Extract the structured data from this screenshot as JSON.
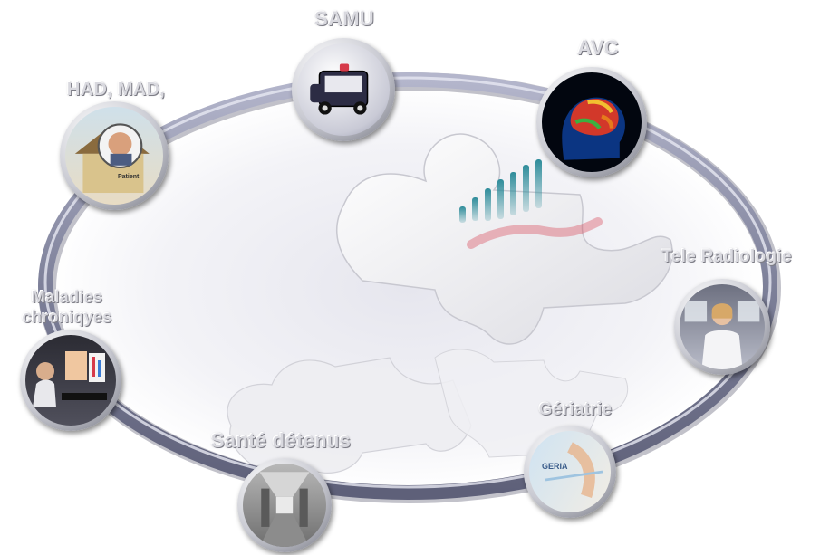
{
  "nodes": {
    "samu": {
      "label": "SAMU"
    },
    "avc": {
      "label": "AVC"
    },
    "had": {
      "label": "HAD, MAD,",
      "caption": "Patient"
    },
    "tele_radiologie": {
      "label": "Tele Radiologie"
    },
    "maladies": {
      "label_line1": "Maladies",
      "label_line2": "chroniqyes"
    },
    "geriatrie": {
      "label": "Gériatrie",
      "logo_text": "GERIA"
    },
    "sante_detenus": {
      "label": "Santé détenus"
    }
  },
  "colors": {
    "ring": "#8a8ca6",
    "ring_light": "#d7d8e6",
    "puzzle": "#f4f4f6",
    "cisco_red": "#d63a4a",
    "cisco_teal": "#2e8c9a"
  }
}
